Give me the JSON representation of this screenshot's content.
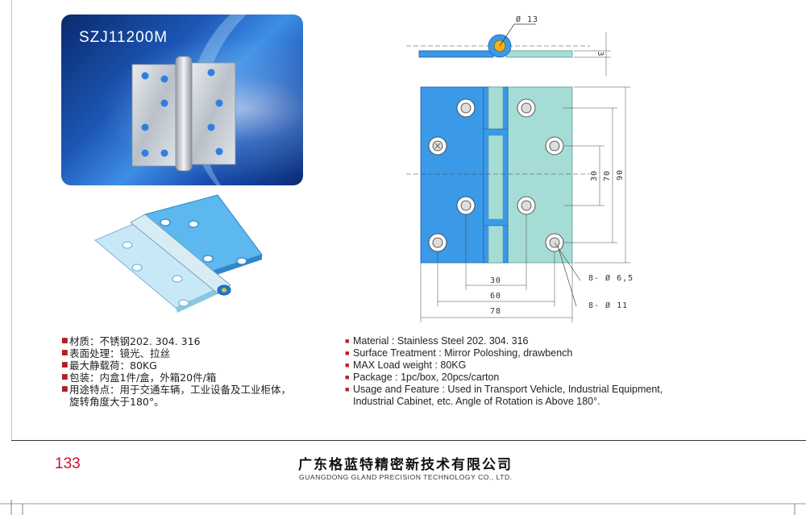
{
  "photo": {
    "model": "SZJ11200M"
  },
  "specs_cn": [
    {
      "lines": [
        "材质：不锈钢202. 304. 316"
      ]
    },
    {
      "lines": [
        "表面处理：镜光、拉丝"
      ]
    },
    {
      "lines": [
        "最大静载荷：80KG"
      ]
    },
    {
      "lines": [
        "包装：内盒1件/盒，外箱20件/箱"
      ]
    },
    {
      "lines": [
        "用途特点：用于交通车辆，工业设备及工业柜体，",
        "旋转角度大于180°。"
      ]
    }
  ],
  "specs_en": [
    {
      "lines": [
        "Material : Stainless Steel 202. 304. 316"
      ]
    },
    {
      "lines": [
        "Surface Treatment : Mirror Poloshing, drawbench"
      ]
    },
    {
      "lines": [
        "MAX Load weight : 80KG"
      ]
    },
    {
      "lines": [
        "Package : 1pc/box,  20pcs/carton"
      ]
    },
    {
      "lines": [
        "Usage and Feature : Used in Transport Vehicle, Industrial Equipment,",
        "Industrial Cabinet, etc. Angle of Rotation is Above 180°."
      ]
    }
  ],
  "drawing": {
    "pin_dia": "Ø 13",
    "thickness": "3",
    "dim_30_v": "30",
    "dim_70": "70",
    "dim_90": "90",
    "dim_30_h": "30",
    "dim_60": "60",
    "dim_78": "78",
    "callout_holes_small": "8- Ø 6,5",
    "callout_holes_large": "8- Ø 11"
  },
  "footer": {
    "page_number": "133",
    "company_cn": "广东格蓝特精密新技术有限公司",
    "company_en": "GUANGDONG GLAND PRECISION TECHNOLOGY CO., LTD."
  },
  "colors": {
    "leaf_left": "#3a9ae8",
    "leaf_right": "#a6dcd6",
    "accent_red": "#b21e24"
  }
}
